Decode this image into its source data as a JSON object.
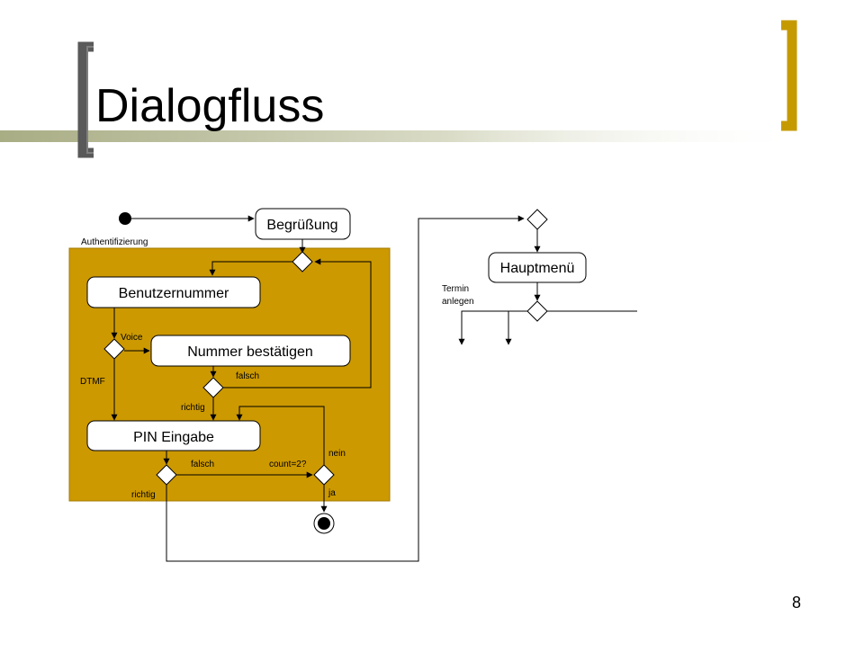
{
  "slide": {
    "title": "Dialogfluss",
    "page_number": "8"
  },
  "diagram": {
    "group_label": "Authentifizierung",
    "nodes": {
      "begruessung": "Begrüßung",
      "benutzernummer": "Benutzernummer",
      "nummer_bestaetigen": "Nummer bestätigen",
      "pin_eingabe": "PIN Eingabe",
      "hauptmenue": "Hauptmenü"
    },
    "edge_labels": {
      "voice": "Voice",
      "dtmf": "DTMF",
      "falsch_confirm": "falsch",
      "richtig_confirm": "richtig",
      "falsch_pin": "falsch",
      "count": "count=2?",
      "nein": "nein",
      "ja": "ja",
      "richtig_pin": "richtig",
      "termin_line1": "Termin",
      "termin_line2": "anlegen"
    }
  },
  "colors": {
    "accent_gold": "#c59a00",
    "group_fill": "#cc9900",
    "line": "#000000",
    "node_fill": "#ffffff",
    "decor_gray": "#7f7f7f",
    "banner_gradient_start": "#a9ad84",
    "banner_gradient_end": "#ffffff"
  }
}
